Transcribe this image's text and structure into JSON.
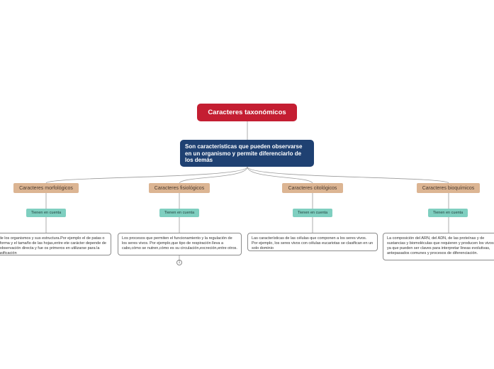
{
  "root": {
    "title": "Caracteres taxonómicos"
  },
  "description": {
    "text": "Son características que pueden observarse en un organismo y permite diferenciarlo de los demás"
  },
  "branches": [
    {
      "label": "Caracteres morfológicos",
      "condition": "Tienen en cuenta",
      "text": "e de los organismos y sus estructura.Por ejemplo el de patas o la forma y el tamaño de las hojas,entre ete carácter depende de la observación directa y fue os primeros en utilizarse para la clasificación"
    },
    {
      "label": "Caracteres fisiológicos",
      "condition": "Tienen en cuenta",
      "text": "Los procesos que permiten el funcionamiento y la regulación de los seres vivos. Por ejemplo,que tipo de respiración lleva a cabo,cómo se nutren,cómo es su circulación,excreción,entre otros.",
      "collapse_marker": "1"
    },
    {
      "label": "Caracteres citológicos",
      "condition": "Tienen en cuenta",
      "text": "Las características de las células que componen a los seres vivos. Por ejemplo, los seres vivos con células eucariotas se clasifican en un solo dominio"
    },
    {
      "label": "Caracteres bioquímicos",
      "condition": "Tienen en cuenta",
      "text": "La composición del ARN, del ADN, de las proteínas y de sustancias y biomoléculas que requieren y producen los vivos, ya que pueden ser claves para interpretar líneas evolutivas, antepasados comunes y procesos de diferenciación."
    }
  ],
  "colors": {
    "root": "#c41e32",
    "description": "#1f4172",
    "category": "#dcb593",
    "condition": "#7fcfc0",
    "connector": "#9a9a9a"
  }
}
